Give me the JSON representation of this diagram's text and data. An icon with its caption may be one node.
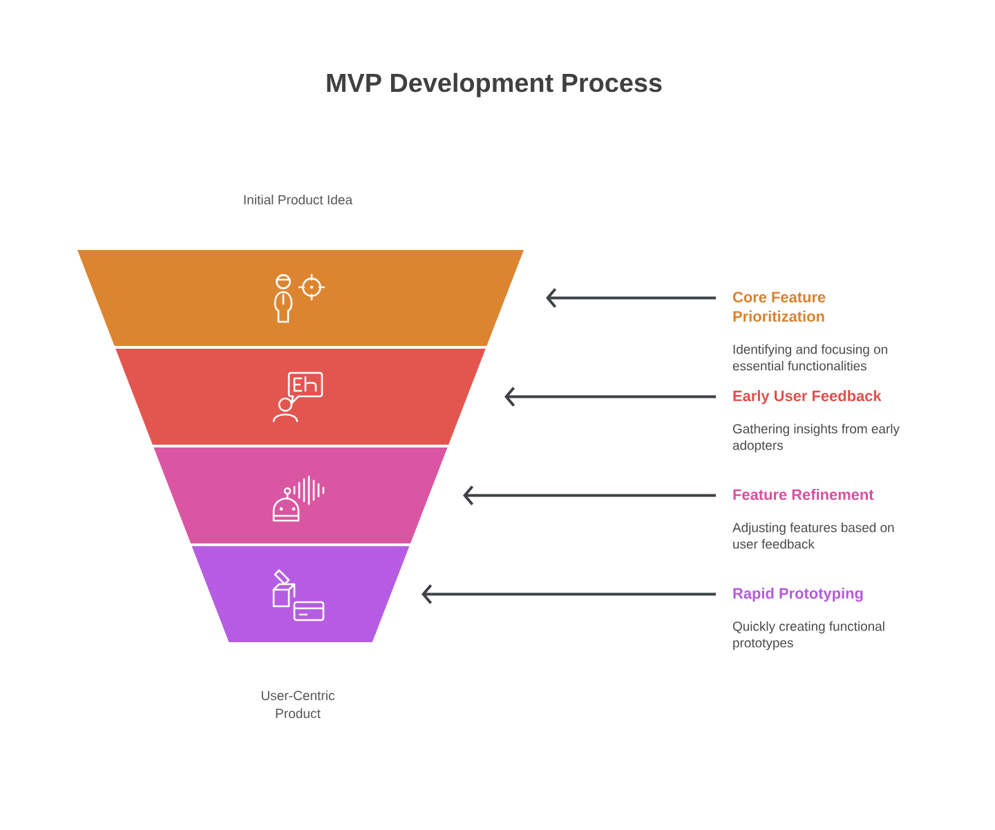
{
  "diagram": {
    "title": "MVP Development Process",
    "nodes": [
      {
        "text": [],
        "shape": "trapezoid"
      },
      {
        "text": [],
        "shape": "trapezoid"
      },
      {
        "text": [],
        "shape": "trapezoid"
      },
      {
        "text": [],
        "shape": "trapezoid"
      },
      {
        "text": [
          "Core Feature Prioritization",
          "Identifying and focusing on essential functionalities"
        ]
      },
      {
        "text": [
          "Early User Feedback",
          "Gathering insights from early adopters"
        ]
      },
      {
        "text": [
          "Feature Refinement",
          "Adjusting features based on user feedback"
        ]
      },
      {
        "text": [
          "Rapid Prototyping",
          "Quickly creating functional prototypes"
        ]
      }
    ],
    "edges": [
      {
        "from": 4,
        "to": 0,
        "arrow": "to"
      },
      {
        "from": 5,
        "to": 1,
        "arrow": "to"
      },
      {
        "from": 6,
        "to": 2,
        "arrow": "to"
      },
      {
        "from": 7,
        "to": 3,
        "arrow": "to"
      }
    ],
    "labels": [
      "Initial Product Idea",
      "User-Centric Product"
    ]
  }
}
